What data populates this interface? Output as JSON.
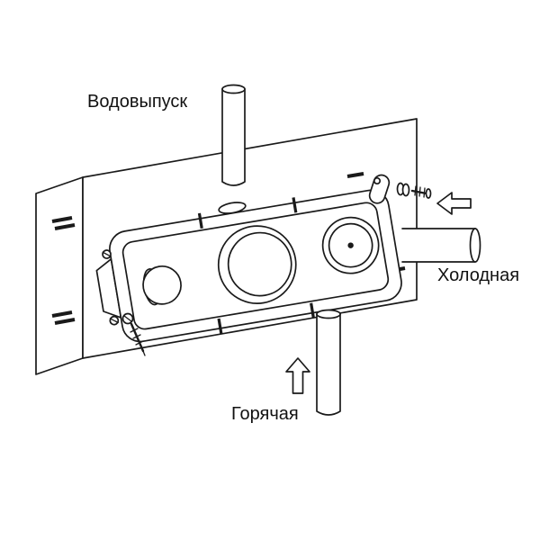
{
  "figure": {
    "background_color": "#ffffff",
    "line_color": "#1a1a1a",
    "labels": {
      "outlet": "Водовыпуск",
      "cold": "Холодная",
      "hot": "Горячая"
    }
  }
}
